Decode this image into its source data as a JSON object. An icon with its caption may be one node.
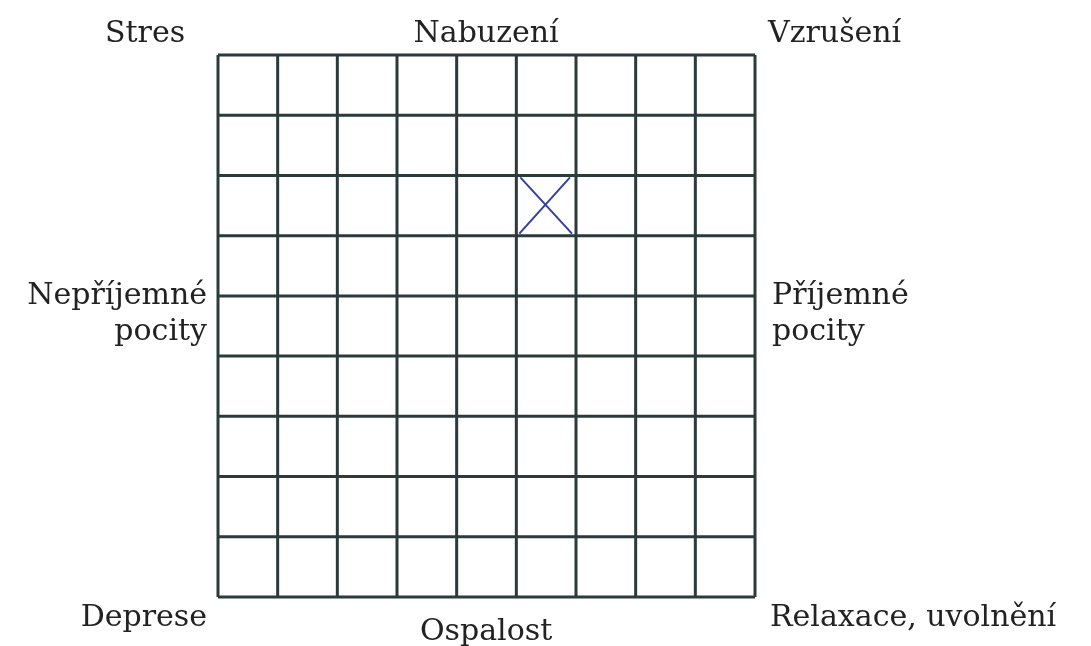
{
  "diagram": {
    "labels": [
      "Stres",
      "Nabuzení",
      "Vzrušení",
      "Nepříjemné pocity",
      "Příjemné pocity",
      "Deprese",
      "Ospalost",
      "Relaxace, uvolnění"
    ]
  }
}
